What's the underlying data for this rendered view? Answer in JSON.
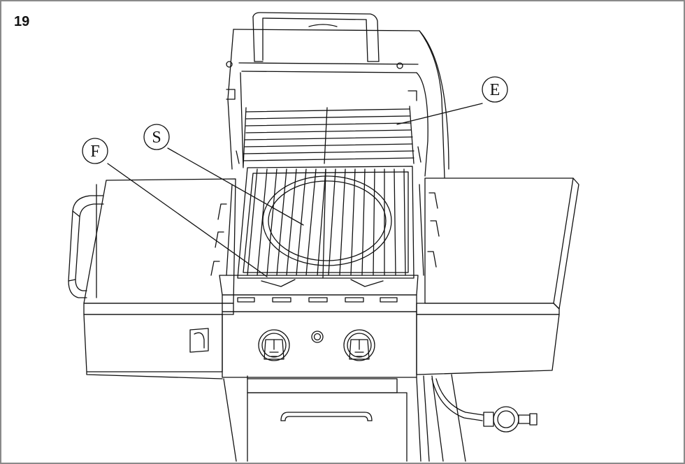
{
  "step_number": "19",
  "callouts": {
    "E": "E",
    "S": "S",
    "F": "F"
  }
}
